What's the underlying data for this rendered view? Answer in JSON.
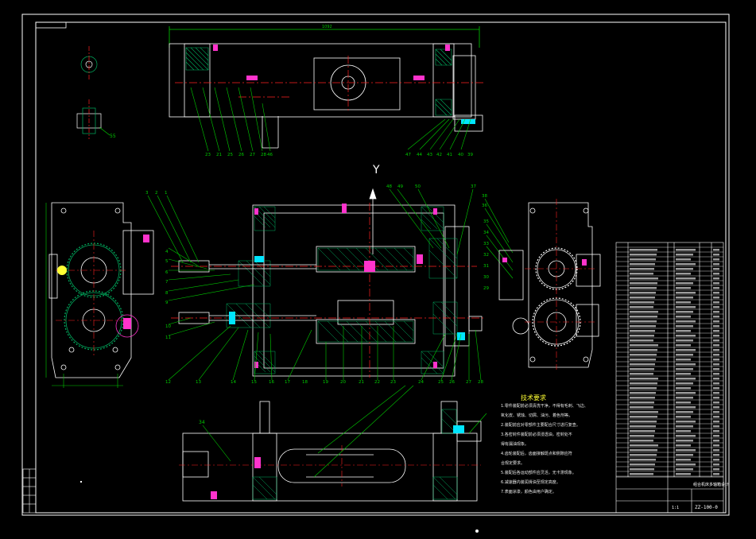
{
  "drawing": {
    "background": "#000000",
    "colors": {
      "frame": "#ffffff",
      "outline": "#ffffff",
      "center": "#ff2020",
      "dim": "#00cc00",
      "hatch": "#00b060",
      "hidden": "#ff2020",
      "accent": "#ff33cc",
      "yellow": "#ffff33",
      "cyan": "#00e5ff"
    },
    "view_marker": "Y",
    "dim_overall": "1092",
    "top_leaders": [
      "23",
      "21",
      "25",
      "26",
      "27",
      "28",
      "46",
      "47",
      "44",
      "43",
      "42",
      "41",
      "40",
      "39"
    ],
    "left_leaders": [
      "3",
      "2",
      "1",
      "4",
      "5",
      "6",
      "7",
      "8",
      "9",
      "10",
      "11",
      "12",
      "13",
      "14",
      "15",
      "16",
      "17",
      "18"
    ],
    "bottom_leaders": [
      "19",
      "20",
      "21",
      "22",
      "23",
      "24",
      "25",
      "26",
      "27",
      "28"
    ],
    "right_leaders": [
      "48",
      "49",
      "50",
      "37",
      "38",
      "36",
      "35",
      "34",
      "33",
      "32",
      "31",
      "30",
      "29"
    ],
    "section_label": "55",
    "bottom_view_leader": "34"
  },
  "requirements": {
    "title": "技术要求",
    "items": [
      "1.零件装配前必须清洗干净，不得有毛刺、飞边、",
      "  氧化皮、锈蚀、切屑、油污、着色剂等。",
      "2.装配前应对零部件主要配合尺寸进行复查。",
      "3.各密封件装配前必须浸透油，密封处不",
      "  得有漏油现象。",
      "4.齿轮装配后，齿面接触斑点和侧隙应符",
      "  合规定要求。",
      "5.装配后各运动部件应灵活，无卡滞现象。",
      "6.减速器内装润滑油至规定高度。",
      "7.表面涂漆，颜色由用户确定。"
    ]
  },
  "title_block": {
    "title": "组合机床多轴箱设计",
    "drawing_no": "ZZ-100-0",
    "scale": "1:1"
  }
}
